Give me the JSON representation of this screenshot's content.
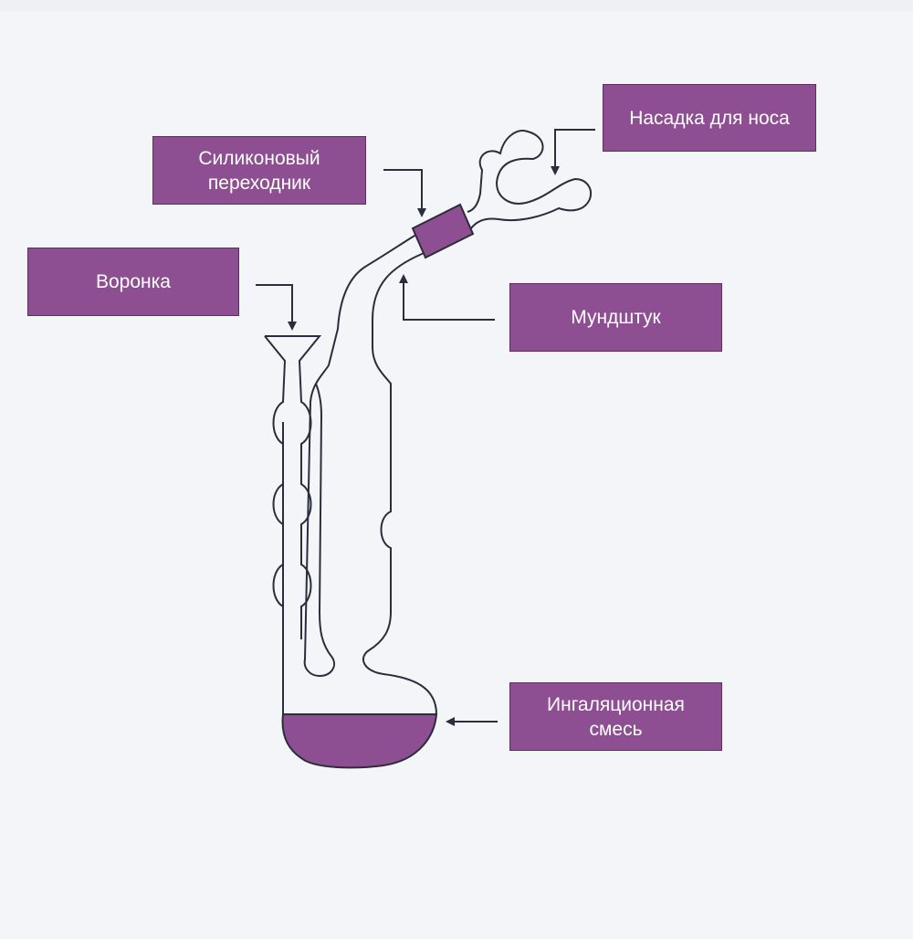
{
  "labels": {
    "nose_attachment": "Насадка для носа",
    "silicone_adapter_line1": "Силиконовый",
    "silicone_adapter_line2": "переходник",
    "funnel": "Воронка",
    "mouthpiece": "Мундштук",
    "mixture_line1": "Ингаляционная",
    "mixture_line2": "смесь"
  },
  "colors": {
    "label_fill": "#8e4f92",
    "label_border": "#5d2f61",
    "liquid_fill": "#8e4f92",
    "outline": "#2b2d3c",
    "background": "#f4f5f9"
  }
}
